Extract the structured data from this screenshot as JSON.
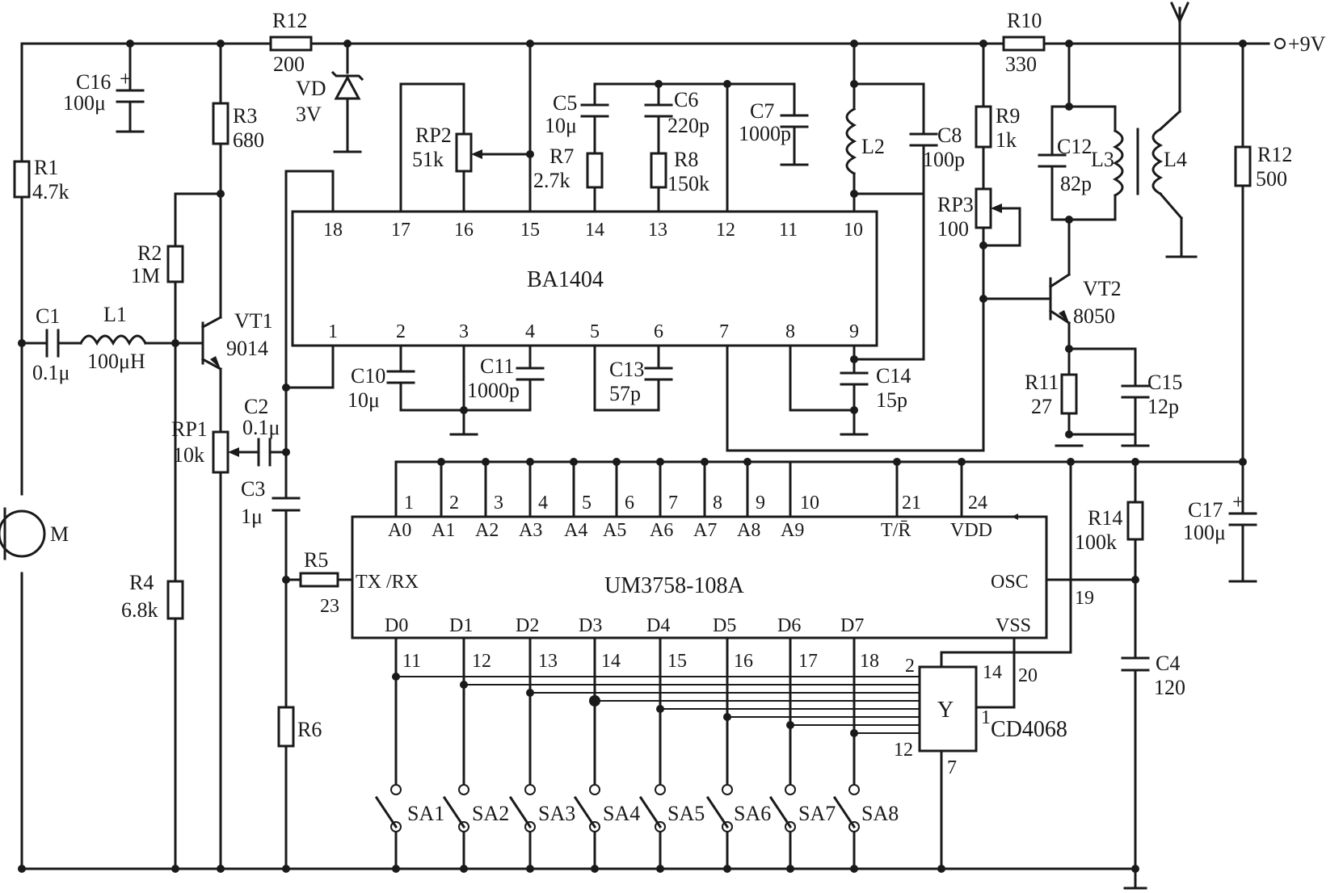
{
  "supply": "+9V",
  "ic": {
    "ba1404": "BA1404",
    "um3758": "UM3758-108A",
    "cd4068": "CD4068",
    "gate": "Y"
  },
  "components": {
    "R12a": "R12",
    "R12a_v": "200",
    "R12b": "R12",
    "R12b_v": "500",
    "R10": "R10",
    "R10_v": "330",
    "VD": "VD",
    "VD_v": "3V",
    "C16": "C16",
    "C16_v": "100μ",
    "R3": "R3",
    "R3_v": "680",
    "R1": "R1",
    "R1_v": "4.7k",
    "R2": "R2",
    "R2_v": "1M",
    "C1": "C1",
    "C1_v": "0.1μ",
    "L1": "L1",
    "L1_v": "100μH",
    "VT1": "VT1",
    "VT1_v": "9014",
    "RP1": "RP1",
    "RP1_v": "10k",
    "C2": "C2",
    "C2_v": "0.1μ",
    "C3": "C3",
    "C3_v": "1μ",
    "R4": "R4",
    "R4_v": "6.8k",
    "R5": "R5",
    "R6": "R6",
    "M": "M",
    "RP2": "RP2",
    "RP2_v": "51k",
    "C5": "C5",
    "C5_v": "10μ",
    "R7": "R7",
    "R7_v": "2.7k",
    "C6": "C6",
    "C6_v": "220p",
    "R8": "R8",
    "R8_v": "150k",
    "C7": "C7",
    "C7_v": "1000p",
    "L2": "L2",
    "C8": "C8",
    "C8_v": "100p",
    "R9": "R9",
    "R9_v": "1k",
    "RP3": "RP3",
    "RP3_v": "100",
    "C12": "C12",
    "C12_v": "82p",
    "L3": "L3",
    "L4": "L4",
    "VT2": "VT2",
    "VT2_v": "8050",
    "R11": "R11",
    "R11_v": "27",
    "C15": "C15",
    "C15_v": "12p",
    "C10": "C10",
    "C10_v": "10μ",
    "C11": "C11",
    "C11_v": "1000p",
    "C13": "C13",
    "C13_v": "57p",
    "C14": "C14",
    "C14_v": "15p",
    "R14": "R14",
    "R14_v": "100k",
    "C17": "C17",
    "C17_v": "100μ",
    "C4": "C4",
    "C4_v": "120"
  },
  "ba1404_pins_top": [
    "18",
    "17",
    "16",
    "15",
    "14",
    "13",
    "12",
    "11",
    "10"
  ],
  "ba1404_pins_bottom": [
    "1",
    "2",
    "3",
    "4",
    "5",
    "6",
    "7",
    "8",
    "9"
  ],
  "um_top_pins": [
    "1",
    "2",
    "3",
    "4",
    "5",
    "6",
    "7",
    "8",
    "9",
    "10",
    "21",
    "24"
  ],
  "um_top_labels": [
    "A0",
    "A1",
    "A2",
    "A3",
    "A4",
    "A5",
    "A6",
    "A7",
    "A8",
    "A9",
    "T/R̄",
    "VDD"
  ],
  "um_bottom_pins": [
    "11",
    "12",
    "13",
    "14",
    "15",
    "16",
    "17",
    "18"
  ],
  "um_bottom_labels": [
    "D0",
    "D1",
    "D2",
    "D3",
    "D4",
    "D5",
    "D6",
    "D7",
    "VSS"
  ],
  "um_side": {
    "txrx": "TX /RX",
    "txrx_pin": "23",
    "osc": "OSC",
    "osc_pin": "19",
    "vss_pin": "20"
  },
  "cd4068_pins": {
    "p2": "2",
    "p14": "14",
    "p1": "1",
    "p12": "12",
    "p7": "7"
  },
  "switches": [
    "SA1",
    "SA2",
    "SA3",
    "SA4",
    "SA5",
    "SA6",
    "SA7",
    "SA8"
  ]
}
